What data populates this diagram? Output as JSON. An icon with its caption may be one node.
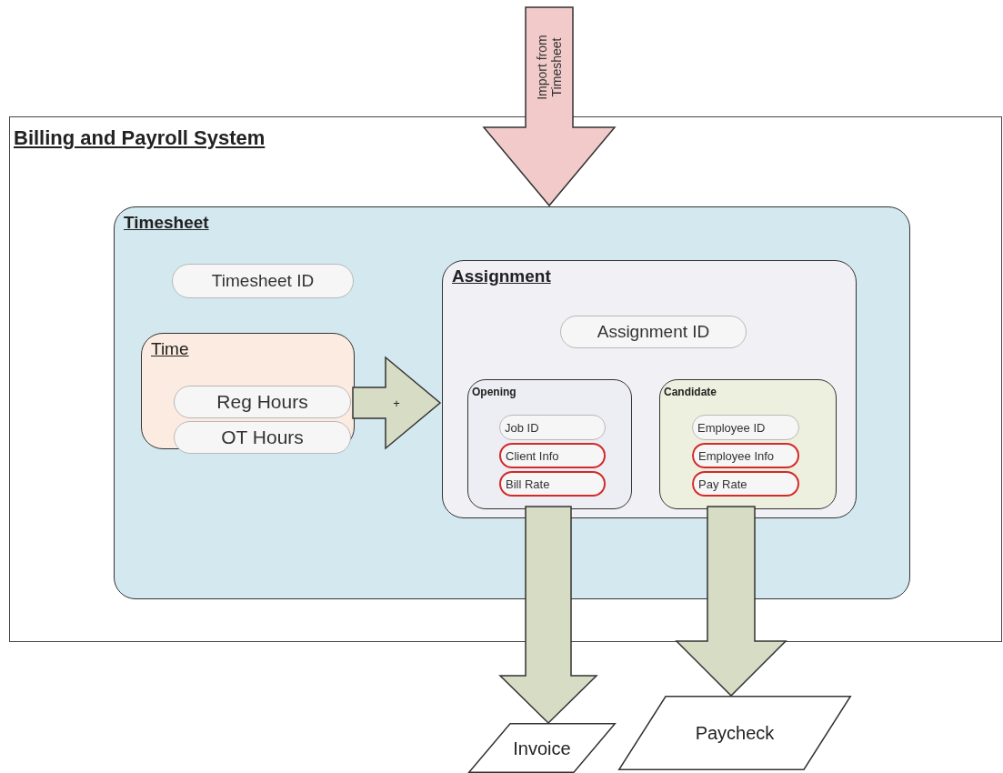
{
  "diagram": {
    "nodes": [
      {
        "text": [
          "Billing and Payroll System"
        ]
      },
      {
        "text": [
          "Timesheet"
        ],
        "in": 0
      },
      {
        "text": [
          "Timesheet ID"
        ],
        "in": 1
      },
      {
        "text": [
          "Time"
        ],
        "in": 1
      },
      {
        "text": [
          "Reg Hours"
        ],
        "in": 3
      },
      {
        "text": [
          "OT Hours"
        ],
        "in": 3
      },
      {
        "text": [
          "Assignment"
        ],
        "in": 1
      },
      {
        "text": [
          "Assignment ID"
        ],
        "in": 6
      },
      {
        "text": [
          "Opening"
        ],
        "in": 6
      },
      {
        "text": [
          "Job ID"
        ],
        "in": 8
      },
      {
        "text": [
          "Client Info"
        ],
        "in": 8
      },
      {
        "text": [
          "Bill Rate"
        ],
        "in": 8
      },
      {
        "text": [
          "Candidate"
        ],
        "in": 6
      },
      {
        "text": [
          "Employee ID"
        ],
        "in": 12
      },
      {
        "text": [
          "Employee Info"
        ],
        "in": 12
      },
      {
        "text": [
          "Pay Rate"
        ],
        "in": 12
      },
      {
        "text": [
          "Invoice"
        ]
      },
      {
        "text": [
          "Paycheck"
        ]
      }
    ],
    "edges": [
      {
        "from": null,
        "to": 1,
        "arrow": "to",
        "label": "Import from Timesheet",
        "color": "#f2caca"
      },
      {
        "from": 3,
        "to": 6,
        "arrow": "to",
        "label": "+"
      },
      {
        "from": 8,
        "to": 16,
        "arrow": "to"
      },
      {
        "from": 12,
        "to": 17,
        "arrow": "to"
      }
    ]
  }
}
